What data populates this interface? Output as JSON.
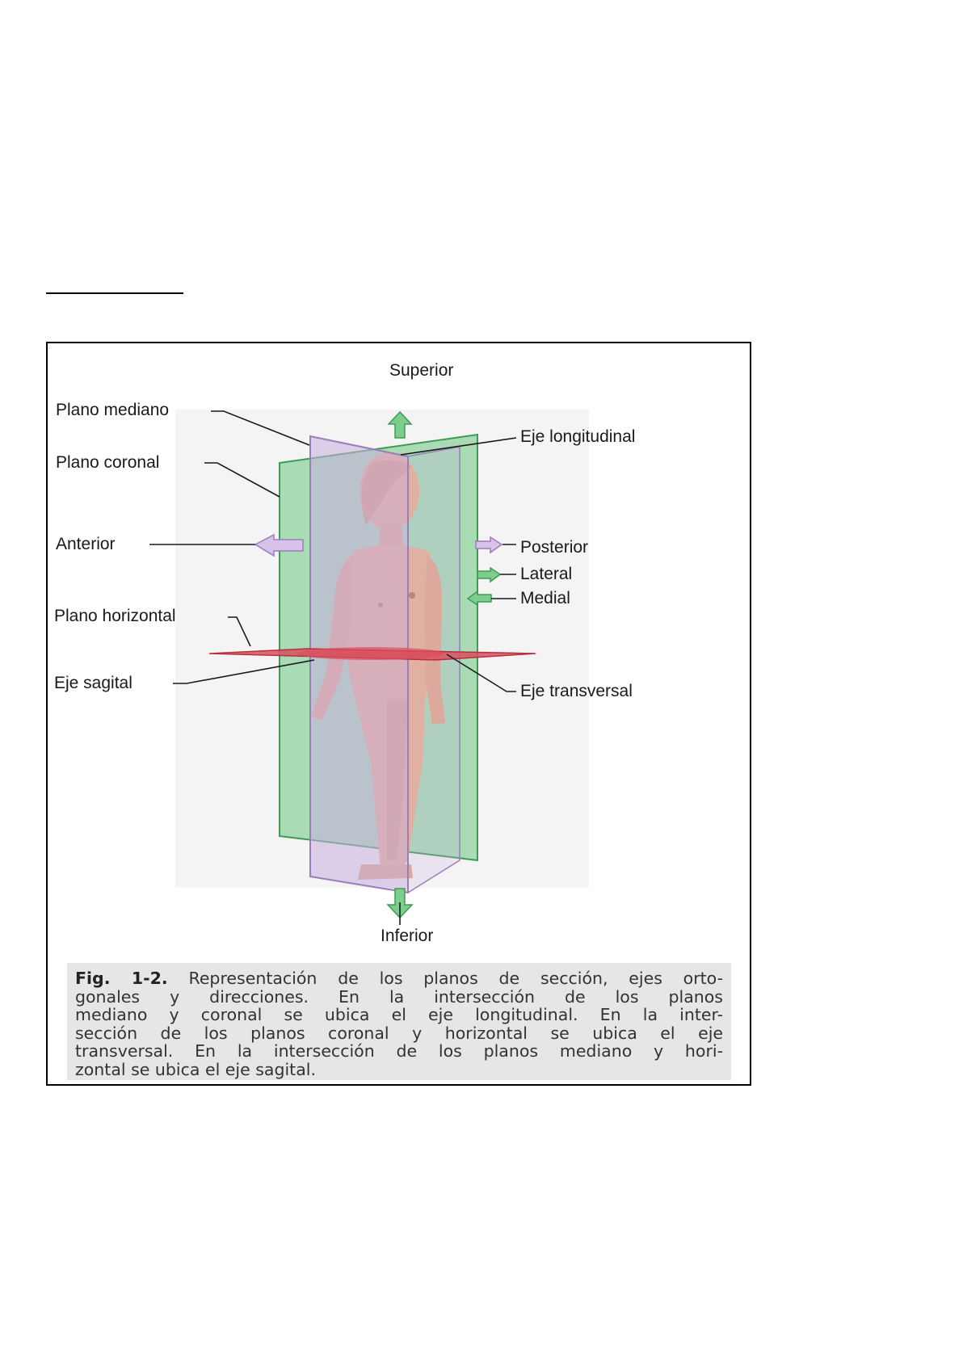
{
  "figure": {
    "labels": {
      "superior": "Superior",
      "inferior": "Inferior",
      "plano_mediano": "Plano mediano",
      "plano_coronal": "Plano coronal",
      "anterior": "Anterior",
      "plano_horizontal": "Plano horizontal",
      "eje_sagital": "Eje sagital",
      "eje_longitudinal": "Eje longitudinal",
      "posterior": "Posterior",
      "lateral": "Lateral",
      "medial": "Medial",
      "eje_transversal": "Eje transversal"
    },
    "caption": {
      "fig_number": "Fig. 1-2.",
      "line1_rest": " Representación de los planos de sección, ejes orto-",
      "line2": "gonales y direcciones. En la intersección de los planos",
      "line3": "mediano y coronal se ubica el eje longitudinal. En la inter-",
      "line4": "sección de los planos coronal y horizontal se ubica el eje",
      "line5": "transversal. En la intersección de los planos mediano y hori-",
      "line6": "zontal se ubica el eje sagital."
    },
    "colors": {
      "coronal_plane": "#6cc77f",
      "median_plane": "#c9aee0",
      "horizontal_plane": "#d9505e",
      "skin": "#e9b08f",
      "arrow_green": "#7ccd8e",
      "arrow_purple": "#d8c2ea",
      "caption_bg": "#e6e6e6"
    }
  }
}
